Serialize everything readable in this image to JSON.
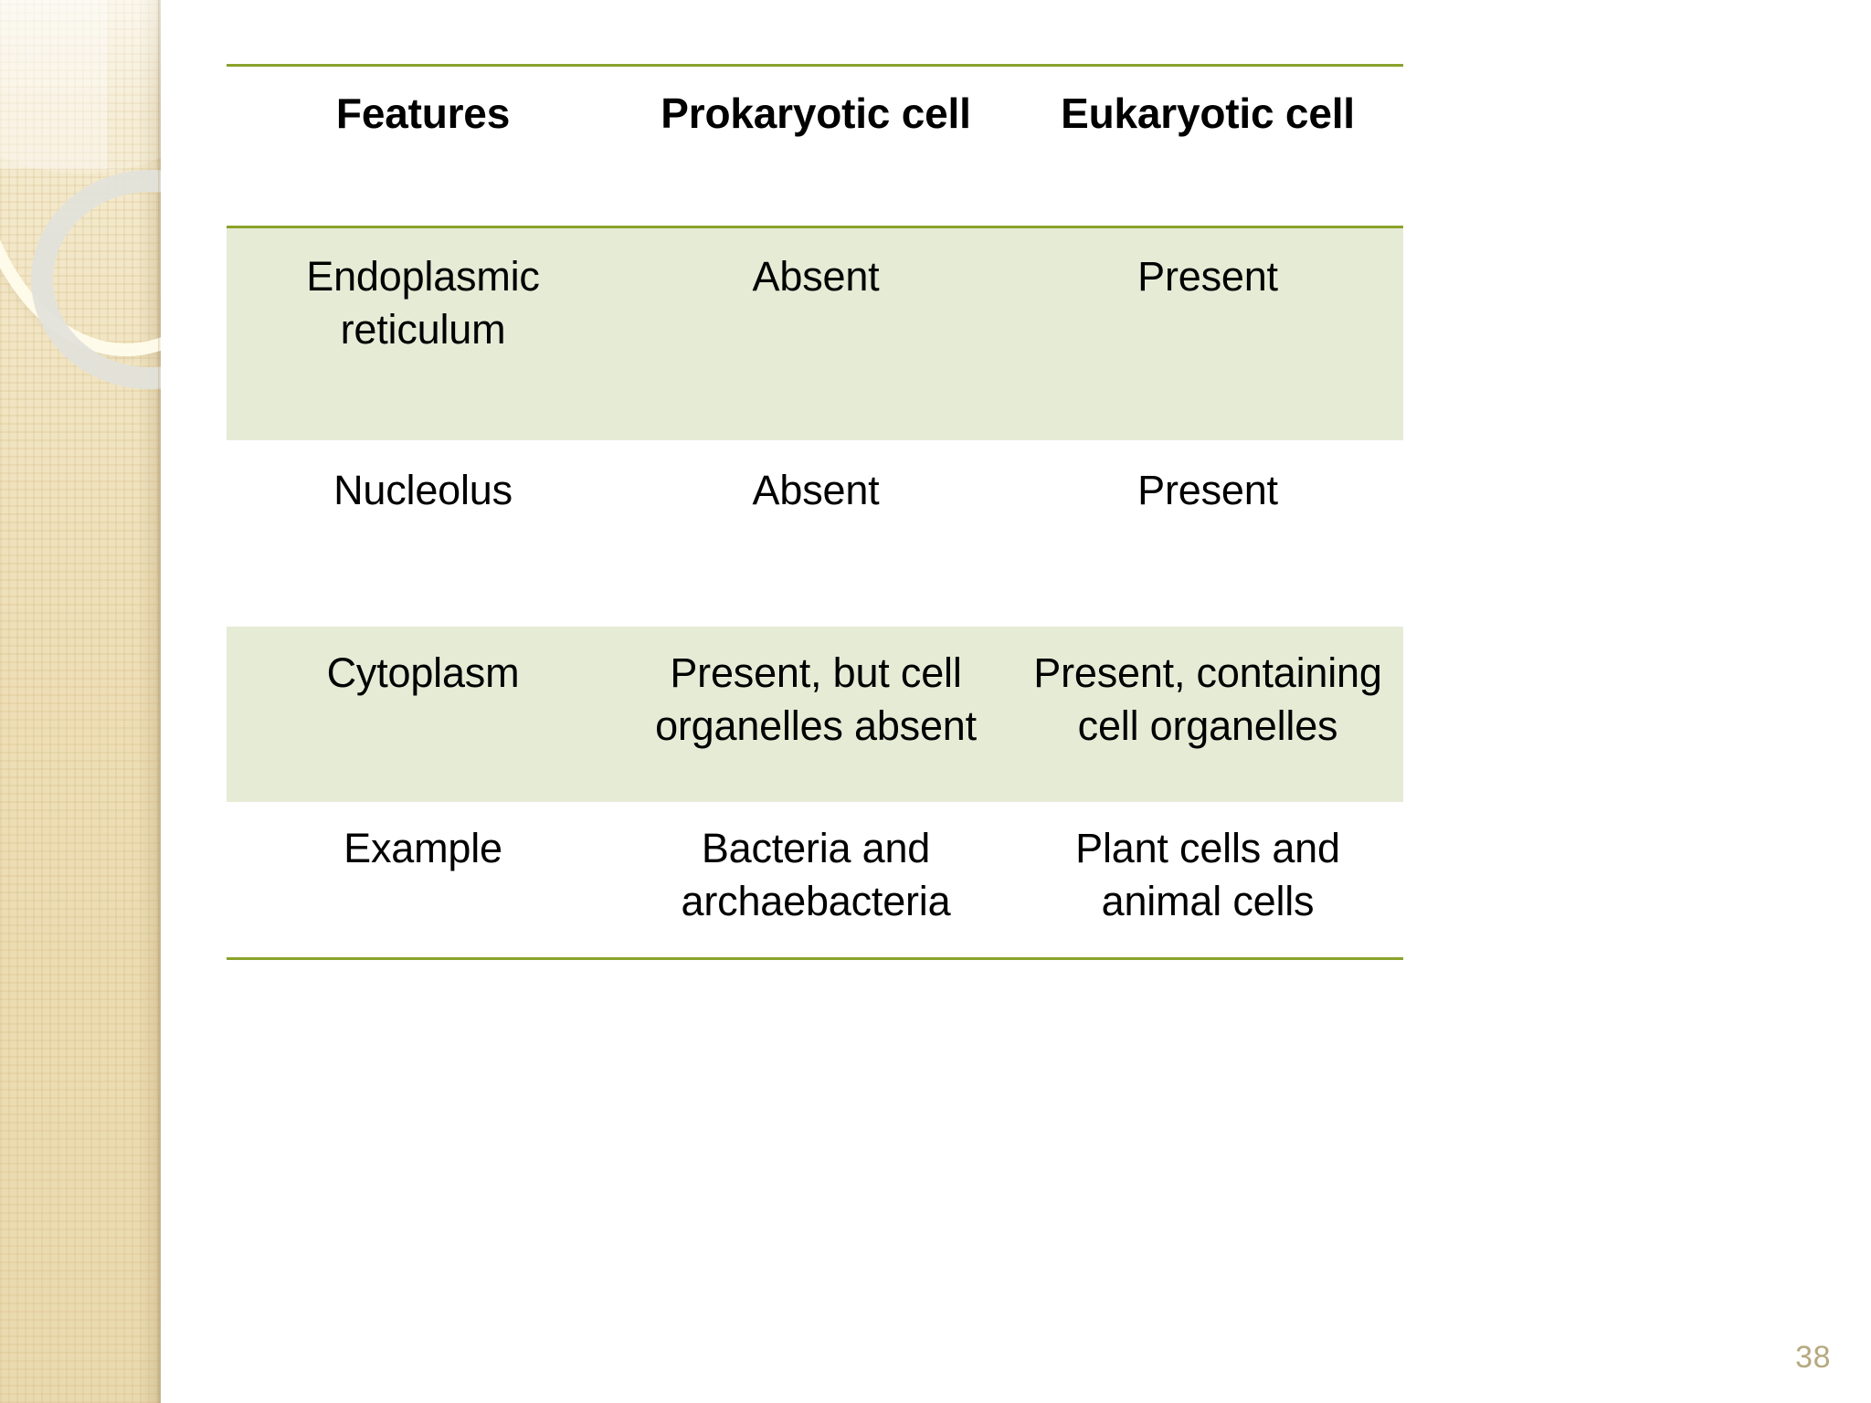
{
  "slide": {
    "page_number": "38",
    "accent_rule_color": "#8aa32c",
    "shaded_row_color": "#e6ebd6",
    "page_number_color": "#b6a981",
    "sidebar_color": "#eedfb8"
  },
  "table": {
    "headers": {
      "features": "Features",
      "prokaryotic": "Prokaryotic cell",
      "eukaryotic": "Eukaryotic cell"
    },
    "rows": [
      {
        "feature_line1": "Endoplasmic",
        "feature_line2": "reticulum",
        "prokaryotic_line1": "Absent",
        "prokaryotic_line2": "",
        "eukaryotic_line1": "Present",
        "eukaryotic_line2": "",
        "shaded": true
      },
      {
        "feature_line1": "Nucleolus",
        "feature_line2": "",
        "prokaryotic_line1": "Absent",
        "prokaryotic_line2": "",
        "eukaryotic_line1": "Present",
        "eukaryotic_line2": "",
        "shaded": false
      },
      {
        "feature_line1": "Cytoplasm",
        "feature_line2": "",
        "prokaryotic_line1": "Present, but cell",
        "prokaryotic_line2": "organelles absent",
        "eukaryotic_line1": "Present,  containing",
        "eukaryotic_line2": "cell organelles",
        "shaded": true
      },
      {
        "feature_line1": "Example",
        "feature_line2": "",
        "prokaryotic_line1": "Bacteria and",
        "prokaryotic_line2": "archaebacteria",
        "eukaryotic_line1": "Plant cells and",
        "eukaryotic_line2": "animal cells",
        "shaded": false
      }
    ]
  }
}
